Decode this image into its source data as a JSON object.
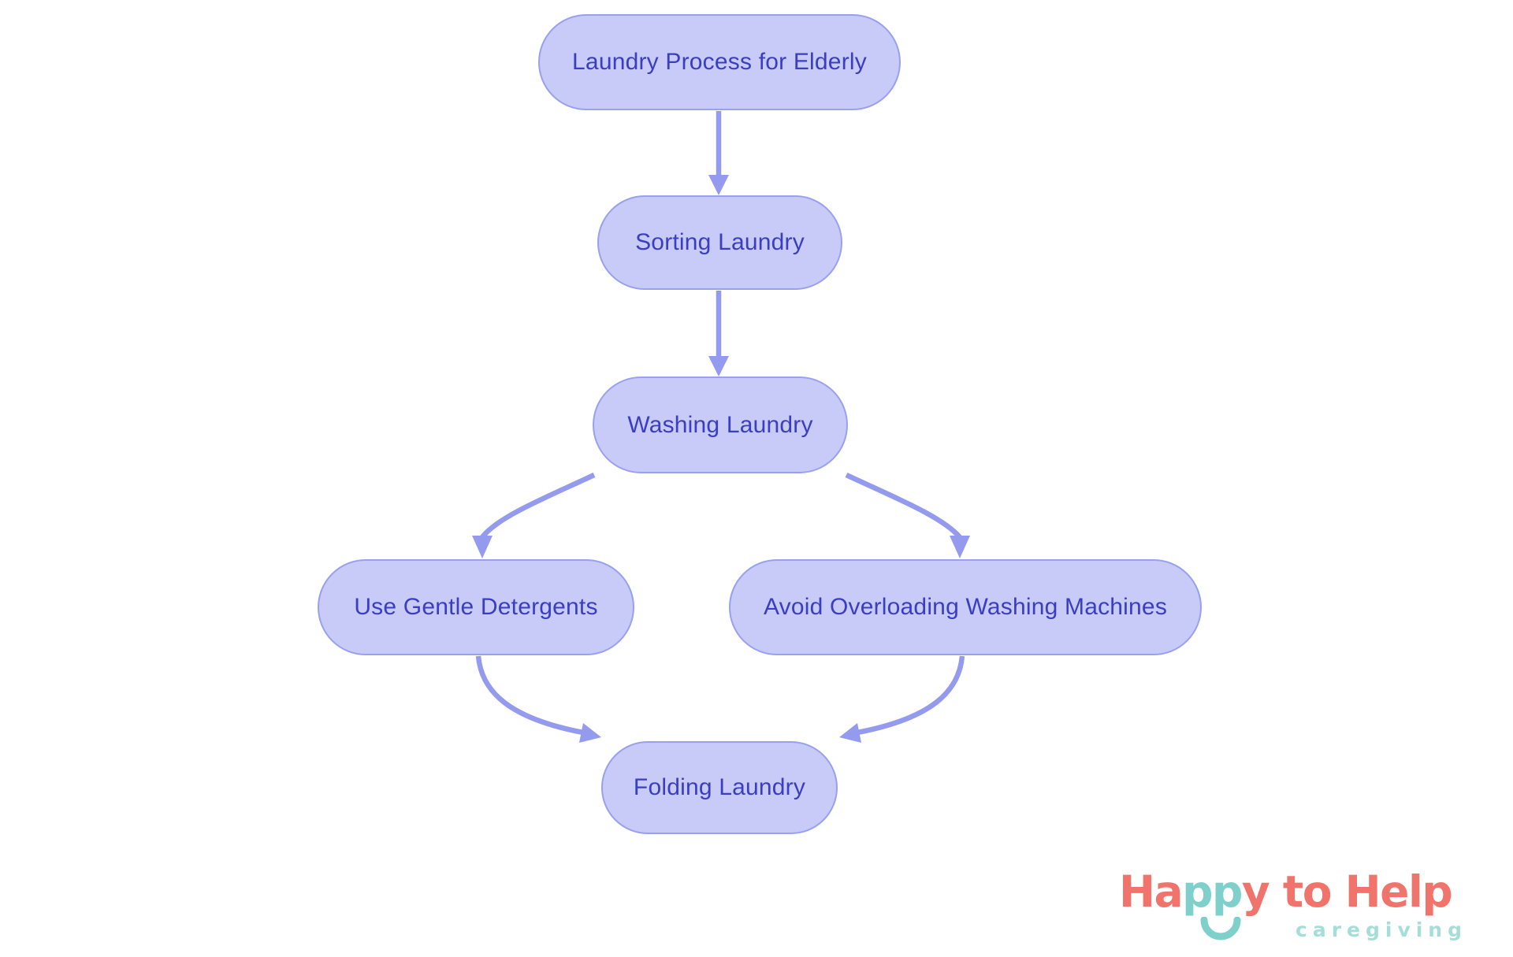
{
  "flowchart": {
    "nodes": [
      {
        "label": "Laundry Process for Elderly"
      },
      {
        "label": "Sorting Laundry"
      },
      {
        "label": "Washing Laundry"
      },
      {
        "label": "Use Gentle Detergents"
      },
      {
        "label": "Avoid Overloading Washing Machines"
      },
      {
        "label": "Folding Laundry"
      }
    ],
    "edges": [
      {
        "from": "Laundry Process for Elderly",
        "to": "Sorting Laundry"
      },
      {
        "from": "Sorting Laundry",
        "to": "Washing Laundry"
      },
      {
        "from": "Washing Laundry",
        "to": "Use Gentle Detergents"
      },
      {
        "from": "Washing Laundry",
        "to": "Avoid Overloading Washing Machines"
      },
      {
        "from": "Use Gentle Detergents",
        "to": "Folding Laundry"
      },
      {
        "from": "Avoid Overloading Washing Machines",
        "to": "Folding Laundry"
      }
    ],
    "colors": {
      "node_fill": "#c8caf8",
      "node_border": "#99a0ef",
      "node_text": "#3a3ec0",
      "arrow": "#949bef",
      "background": "#ffffff"
    }
  },
  "logo": {
    "ha": "Ha",
    "pp": "pp",
    "y_to_help": "y to Help",
    "tagline": "caregiving",
    "colors": {
      "coral": "#f0746c",
      "teal": "#7fd0cb",
      "tagline_teal": "#a5ded9"
    }
  }
}
